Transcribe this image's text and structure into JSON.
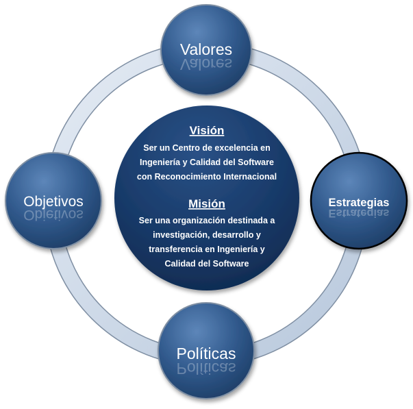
{
  "nodes": {
    "top": {
      "label": "Valores"
    },
    "right": {
      "label": "Estrategias"
    },
    "bottom": {
      "label": "Políticas"
    },
    "left": {
      "label": "Objetivos"
    }
  },
  "center": {
    "vision": {
      "heading": "Visión",
      "lines": [
        "Ser un Centro de excelencia en",
        "Ingeniería y Calidad del  Software",
        "con Reconocimiento Internacional"
      ]
    },
    "mision": {
      "heading": "Misión",
      "lines": [
        "Ser una organización destinada a",
        "investigación, desarrollo y",
        "transferencia en Ingeniería  y",
        "Calidad del Software"
      ]
    }
  },
  "colors": {
    "node_fill": "#2e5789",
    "center_fill": "#173866",
    "ring": "#c9d6e6",
    "ring_outline": "#7f8fa3",
    "active_outline": "#000000"
  }
}
